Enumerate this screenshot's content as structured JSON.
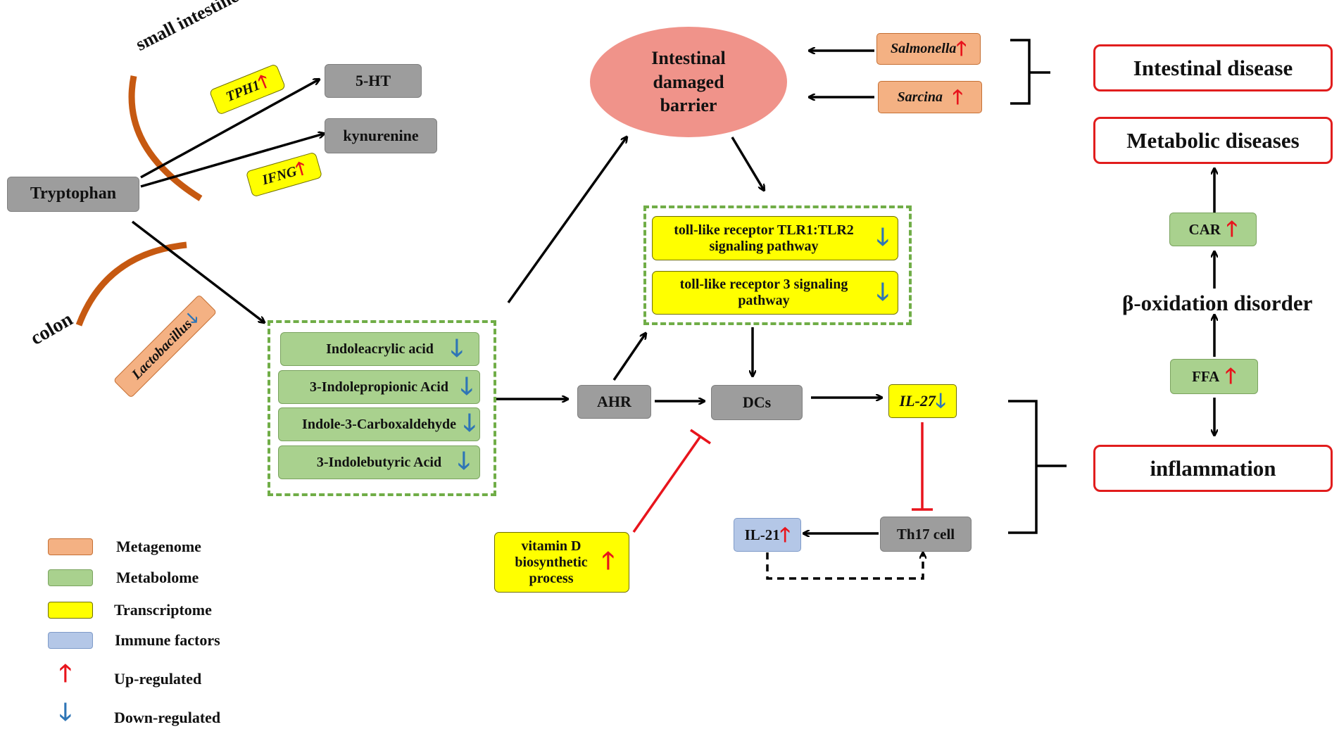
{
  "nodes": {
    "tryptophan": "Tryptophan",
    "serotonin": "5-HT",
    "kynurenine": "kynurenine",
    "tph1": "TPH1",
    "ifng": "IFNG",
    "small_intestine": "small intestine",
    "colon": "colon",
    "lactobacillus": "Lactobacillus",
    "indoleacrylic": "Indoleacrylic acid",
    "indolepropionic": "3-Indolepropionic Acid",
    "indolecarboxaldehyde": "Indole-3-Carboxaldehyde",
    "indolebutyric": "3-Indolebutyric Acid",
    "ahr": "AHR",
    "dcs": "DCs",
    "il27": "IL-27",
    "th17": "Th17 cell",
    "il21": "IL-21",
    "vitamin_d": "vitamin D biosynthetic process",
    "barrier": "Intestinal damaged barrier",
    "salmonella": "Salmonella",
    "sarcina": "Sarcina",
    "tlr12": "toll-like receptor TLR1:TLR2 signaling pathway",
    "tlr3": "toll-like receptor 3 signaling pathway",
    "intestinal_disease": "Intestinal disease",
    "metabolic_diseases": "Metabolic diseases",
    "car": "CAR",
    "beta_oxidation": "β-oxidation disorder",
    "ffa": "FFA",
    "inflammation": "inflammation"
  },
  "legend": {
    "metagenome": "Metagenome",
    "metabolome": "Metabolome",
    "transcriptome": "Transcriptome",
    "immune": "Immune factors",
    "up": "Up-regulated",
    "down": "Down-regulated"
  },
  "arrows": {
    "up": "🡑",
    "down": "🡓"
  },
  "colors": {
    "metagenome": "#f4b183",
    "metabolome": "#a9d18e",
    "transcriptome": "#ffff00",
    "immune": "#b4c7e7",
    "up": "#e8141c",
    "down": "#2e75b6",
    "barrier": "#f0938a",
    "disease_border": "#e11d1d",
    "dashed_border": "#70ad47",
    "gut_arc": "#c65911"
  }
}
